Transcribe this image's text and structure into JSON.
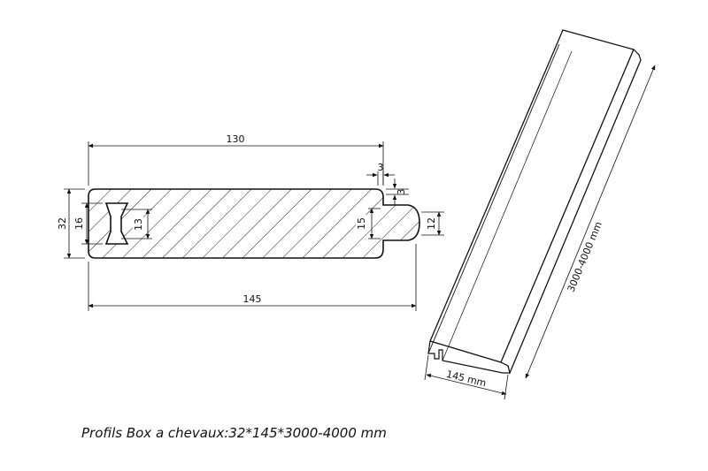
{
  "dimensions": {
    "top_width": "130",
    "overall_width": "145",
    "thickness": "32",
    "groove_height": "16",
    "groove_inner": "13",
    "tongue_base": "15",
    "tongue_height": "12",
    "tongue_offset_horizontal": "3",
    "tongue_offset_vertical": "3"
  },
  "isometric": {
    "length_label": "3000-4000 mm",
    "width_label": "145 mm"
  },
  "caption": "Profils Box a chevaux:32*145*3000-4000 mm"
}
